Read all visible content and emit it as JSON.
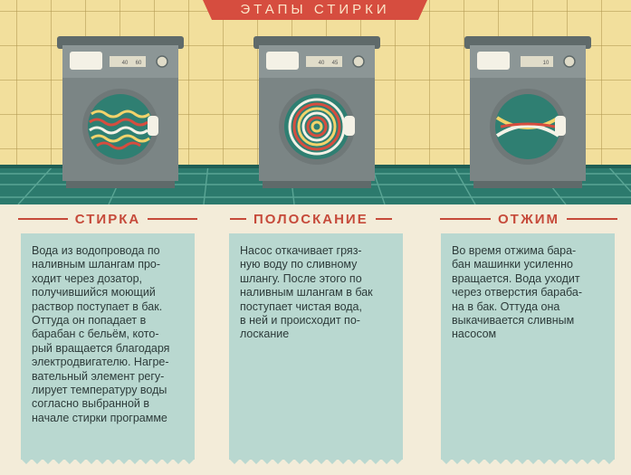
{
  "title": "ЭТАПЫ СТИРКИ",
  "stages": [
    {
      "heading": "СТИРКА",
      "text": "Вода из водопровода по\nналивным шлангам про-\nходит через дозатор,\nполучившийся моющий\nраствор поступает в бак.\nОттуда он попадает в\nбарабан с бельём, кото-\nрый вращается благодаря\nэлектродвигателю. Нагре-\nвательный элемент регу-\nлирует температуру воды\nсогласно выбранной в\nначале стирки программе",
      "display": [
        "40",
        "60"
      ]
    },
    {
      "heading": "ПОЛОСКАНИЕ",
      "text": "Насос откачивает гряз-\nную воду по сливному\nшлангу.  После этого по\nналивным шлангам в бак\nпоступает чистая вода,\nв ней и происходит по-\nлоскание",
      "display": [
        "40",
        "45"
      ]
    },
    {
      "heading": "ОТЖИМ",
      "text": "Во время отжима бара-\nбан машинки усиленно\nвращается. Вода уходит\nчерез отверстия бараба-\nна в бак. Оттуда она\nвыкачивается сливным\nнасосом",
      "display": [
        "10"
      ]
    }
  ],
  "colors": {
    "accent": "#c64a3a",
    "wall": "#f2df9c",
    "floor": "#2f7f72",
    "card": "#b9d8d0",
    "machine": "#7b8585"
  }
}
